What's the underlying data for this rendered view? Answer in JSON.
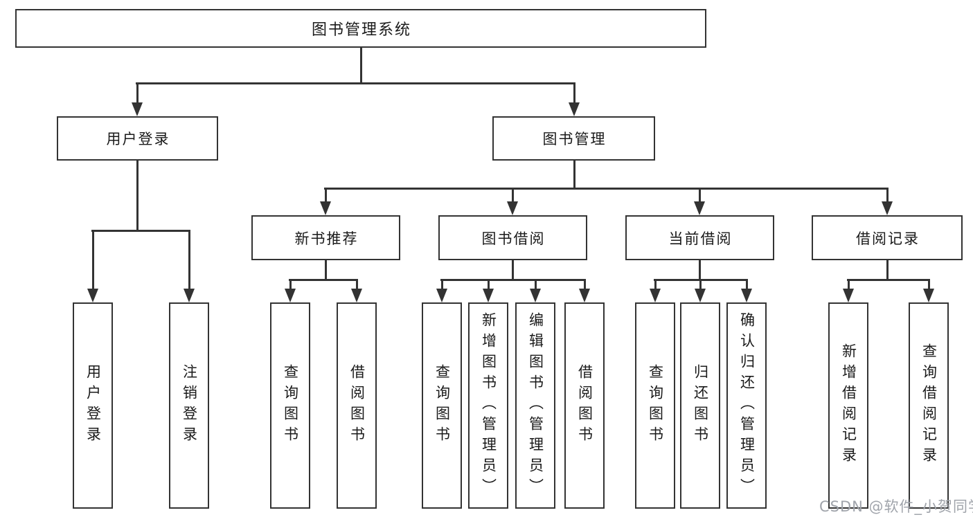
{
  "diagram": {
    "root": {
      "label": "图书管理系统"
    },
    "level2": {
      "user_login": {
        "label": "用户登录"
      },
      "book_management": {
        "label": "图书管理"
      }
    },
    "level3": {
      "new_book_recommend": {
        "label": "新书推荐"
      },
      "book_borrow": {
        "label": "图书借阅"
      },
      "current_borrow": {
        "label": "当前借阅"
      },
      "borrow_records": {
        "label": "借阅记录"
      }
    },
    "leaves": {
      "user_login": {
        "label": "用户登录"
      },
      "logout": {
        "label": "注销登录"
      },
      "rec_query_books": {
        "label": "查询图书"
      },
      "rec_borrow_books": {
        "label": "借阅图书"
      },
      "bb_query_books": {
        "label": "查询图书"
      },
      "bb_add_books_admin": {
        "label": "新增图书（管理员）"
      },
      "bb_edit_books_admin": {
        "label": "编辑图书（管理员）"
      },
      "bb_borrow_books": {
        "label": "借阅图书"
      },
      "cb_query_books": {
        "label": "查询图书"
      },
      "cb_return_books": {
        "label": "归还图书"
      },
      "cb_confirm_return_admin": {
        "label": "确认归还（管理员）"
      },
      "br_add_record": {
        "label": "新增借阅记录"
      },
      "br_query_record": {
        "label": "查询借阅记录"
      }
    },
    "watermark": "CSDN @软件_小贺同学",
    "colors": {
      "line": "#333333",
      "text": "#1a1a1a",
      "watermark": "#a0a4ab",
      "background": "#ffffff"
    }
  }
}
